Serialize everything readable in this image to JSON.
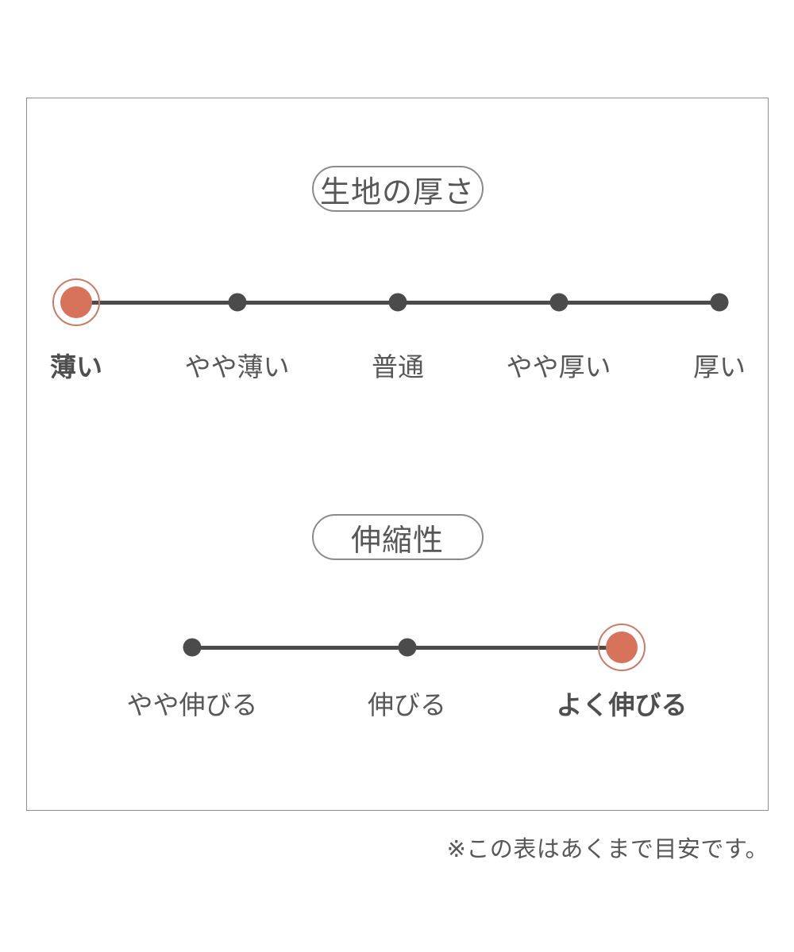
{
  "panel": {
    "sections": [
      {
        "title": "生地の厚さ",
        "points": [
          {
            "label": "薄い",
            "selected": true
          },
          {
            "label": "やや薄い",
            "selected": false
          },
          {
            "label": "普通",
            "selected": false
          },
          {
            "label": "やや厚い",
            "selected": false
          },
          {
            "label": "厚い",
            "selected": false
          }
        ]
      },
      {
        "title": "伸縮性",
        "points": [
          {
            "label": "やや伸びる",
            "selected": false
          },
          {
            "label": "伸びる",
            "selected": false
          },
          {
            "label": "よく伸びる",
            "selected": true
          }
        ]
      }
    ],
    "footnote": "※この表はあくまで目安です。"
  },
  "colors": {
    "selected_fill": "#d7735a",
    "selected_ring": "#c87c66",
    "scale_gray": "#4b4b4b",
    "text_gray": "#575757",
    "pill_border": "#8a8a8a",
    "panel_border": "#8f8f8f"
  },
  "chart_data": [
    {
      "type": "line",
      "title": "生地の厚さ",
      "categories": [
        "薄い",
        "やや薄い",
        "普通",
        "やや厚い",
        "厚い"
      ],
      "selected": "薄い",
      "selected_index": 0,
      "notes": "5-step rating scale, leftmost step marked with orange dot and ring"
    },
    {
      "type": "line",
      "title": "伸縮性",
      "categories": [
        "やや伸びる",
        "伸びる",
        "よく伸びる"
      ],
      "selected": "よく伸びる",
      "selected_index": 2,
      "notes": "3-step rating scale, rightmost step marked with orange dot and ring"
    }
  ]
}
